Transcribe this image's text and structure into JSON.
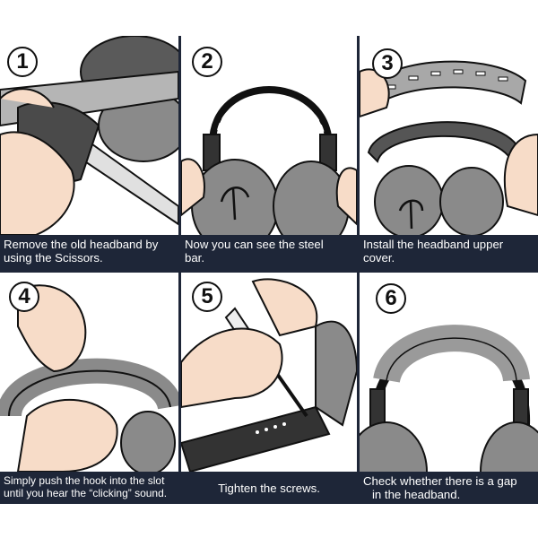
{
  "steps": [
    {
      "number": "1",
      "caption_line1": "Remove the old headband by",
      "caption_line2": "using the Scissors."
    },
    {
      "number": "2",
      "caption_line1": "Now you can see the steel",
      "caption_line2": "bar."
    },
    {
      "number": "3",
      "caption_line1": "Install the headband upper",
      "caption_line2": "cover."
    },
    {
      "number": "4",
      "caption_line1": "Simply push the hook into the slot",
      "caption_line2": "until you hear the “clicking” sound."
    },
    {
      "number": "5",
      "caption_line1": "Tighten the screws.",
      "caption_line2": ""
    },
    {
      "number": "6",
      "caption_line1": "Check whether there is a gap",
      "caption_line2": "in the headband."
    }
  ],
  "colors": {
    "caption_bg": "#1e2638",
    "cushion": "#8a8a8a",
    "skin": "#f7dcc8",
    "line": "#111111"
  },
  "icons": [
    "scissors-icon",
    "headphones-icon",
    "screwdriver-icon",
    "hand-icon"
  ]
}
